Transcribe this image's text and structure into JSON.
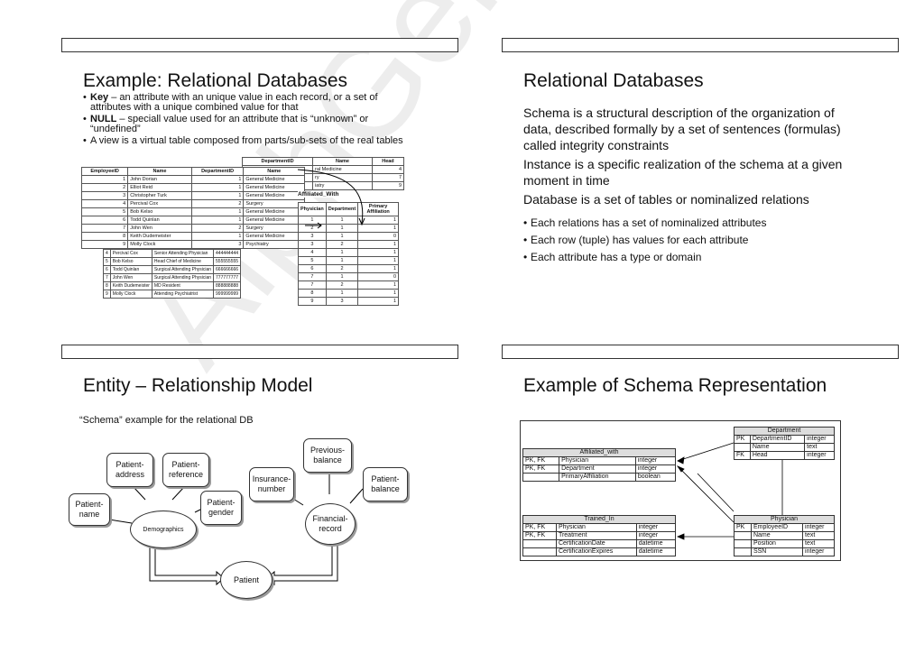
{
  "slide1": {
    "title": "Example: Relational Databases",
    "bullets": [
      {
        "bold": "Key",
        "text": " – an attribute with an unique value in each record, or a set of attributes with a unique combined value for that"
      },
      {
        "bold": "NULL",
        "text": " – speciall value used for an attribute that is “unknown” or “undefined”"
      },
      {
        "bold": "",
        "text": "A view is a virtual table composed from parts/sub-sets of the real tables"
      }
    ],
    "physicians": {
      "headers": [
        "EmployeeID",
        "Name",
        "DepartmentID",
        "Name"
      ],
      "rows": [
        [
          "1",
          "John Dorian",
          "1",
          "General Medicine"
        ],
        [
          "2",
          "Elliot Reid",
          "1",
          "General Medicine"
        ],
        [
          "3",
          "Christopher Turk",
          "1",
          "General Medicine"
        ],
        [
          "4",
          "Percival Cox",
          "2",
          "Surgery"
        ],
        [
          "5",
          "Bob Kelso",
          "1",
          "General Medicine"
        ],
        [
          "6",
          "Todd Quinlan",
          "1",
          "General Medicine"
        ],
        [
          "7",
          "John Wen",
          "2",
          "Surgery"
        ],
        [
          "8",
          "Keith Dudemeister",
          "1",
          "General Medicine"
        ],
        [
          "9",
          "Molly Clock",
          "3",
          "Psychiatry"
        ]
      ]
    },
    "departments": {
      "headers": [
        "DepartmentID",
        "Name",
        "Head"
      ],
      "rows": [
        [
          "",
          "ral Medicine",
          "4"
        ],
        [
          "",
          "ry",
          "7"
        ],
        [
          "",
          "iatry",
          "9"
        ]
      ]
    },
    "affiliated": {
      "title": "Affiliated_With",
      "headers": [
        "Physician",
        "Department",
        "Primary Affiliation"
      ],
      "rows": [
        [
          "1",
          "1",
          "1"
        ],
        [
          "2",
          "1",
          "1"
        ],
        [
          "3",
          "1",
          "0"
        ],
        [
          "3",
          "2",
          "1"
        ],
        [
          "4",
          "1",
          "1"
        ],
        [
          "5",
          "1",
          "1"
        ],
        [
          "6",
          "2",
          "1"
        ],
        [
          "7",
          "1",
          "0"
        ],
        [
          "7",
          "2",
          "1"
        ],
        [
          "8",
          "1",
          "1"
        ],
        [
          "9",
          "3",
          "1"
        ]
      ]
    },
    "positions": {
      "rows": [
        [
          "4",
          "Percival Cox",
          "Senior Attending Physician",
          "444444444"
        ],
        [
          "5",
          "Bob Kelso",
          "Head Chief of Medicine",
          "555555555"
        ],
        [
          "6",
          "Todd Quinlan",
          "Surgical Attending Physician",
          "666666666"
        ],
        [
          "7",
          "John Wen",
          "Surgical Attending Physician",
          "777777777"
        ],
        [
          "8",
          "Keith Dudemeister",
          "MD Resident",
          "888888888"
        ],
        [
          "9",
          "Molly Clock",
          "Attending Psychiatrist",
          "999999999"
        ]
      ]
    }
  },
  "slide2": {
    "title": "Relational Databases",
    "paragraphs": [
      "Schema is a structural description of the organization of data, described formally by a set of sentences (formulas) called integrity constraints",
      "Instance is a specific realization of the schema at a given moment in time",
      "Database is a set of tables or nominalized relations"
    ],
    "bullets": [
      "Each relations has a set of nominalized attributes",
      "Each row (tuple) has values for each attribute",
      "Each attribute has a type or domain"
    ]
  },
  "slide3": {
    "title": "Entity – Relationship Model",
    "subtitle": "“Schema” example for the relational DB",
    "boxes": {
      "patient_name": "Patient-name",
      "patient_address": "Patient-address",
      "patient_reference": "Patient-reference",
      "patient_gender": "Patient-gender",
      "insurance_number": "Insurance-number",
      "previous_balance": "Previous-balance",
      "patient_balance": "Patient-balance"
    },
    "ellipses": {
      "demographics": "Demographics",
      "financial_record": "Financial-record",
      "patient": "Patient"
    }
  },
  "slide4": {
    "title": "Example of Schema Representation",
    "department": {
      "name": "Department",
      "rows": [
        [
          "PK",
          "DepartmentID",
          "integer"
        ],
        [
          "",
          "Name",
          "text"
        ],
        [
          "FK",
          "Head",
          "integer"
        ]
      ]
    },
    "affiliated_with": {
      "name": "Affiliated_with",
      "rows": [
        [
          "PK, FK",
          "Physician",
          "integer"
        ],
        [
          "PK, FK",
          "Department",
          "integer"
        ],
        [
          "",
          "PrimaryAffiliation",
          "boolean"
        ]
      ]
    },
    "trained_in": {
      "name": "Trained_In",
      "rows": [
        [
          "PK, FK",
          "Physician",
          "integer"
        ],
        [
          "PK, FK",
          "Treatment",
          "integer"
        ],
        [
          "",
          "CertificationDate",
          "datetime"
        ],
        [
          "",
          "CertificationExpires",
          "datetime"
        ]
      ]
    },
    "physician": {
      "name": "Physician",
      "rows": [
        [
          "PK",
          "EmployeeID",
          "integer"
        ],
        [
          "",
          "Name",
          "text"
        ],
        [
          "",
          "Position",
          "text"
        ],
        [
          "",
          "SSN",
          "integer"
        ]
      ]
    }
  }
}
